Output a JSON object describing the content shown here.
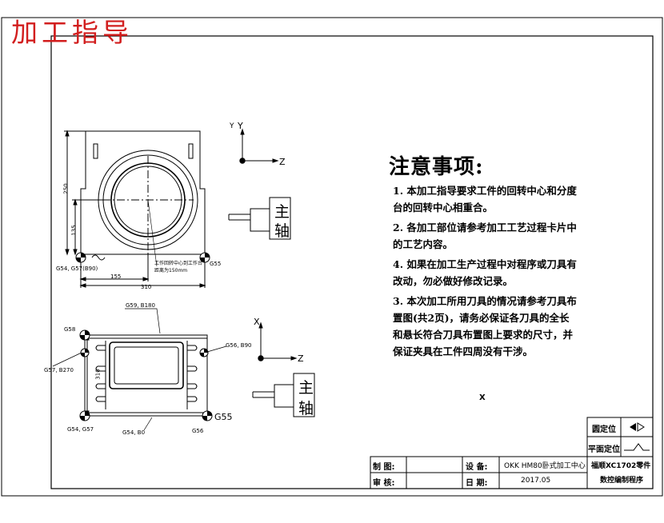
{
  "header": {
    "title": "加工指导"
  },
  "notes": {
    "title": "注意事项:",
    "items": [
      "1. 本加工指导要求工件的回转中心和分度台的回转中心相重合。",
      "2. 各加工部位请参考加工工艺过程卡片中的工艺内容。",
      "4. 如果在加工生产过程中对程序或刀具有改动，勿必做好修改记录。",
      "3. 本次加工所用刀具的情况请参考刀具布置图(共2页)，请务必保证各刀具的全长和悬长符合刀具布置图上要求的尺寸，并保证夹具在工件四周没有干涉。"
    ]
  },
  "spindle_label_top": "主",
  "spindle_label_bottom": "轴",
  "top_view": {
    "axis_y": "Y",
    "axis_y2": "Y",
    "axis_z": "Z",
    "dim_height": "250",
    "dim_mid": "135",
    "dim_half_width": "155",
    "dim_width": "310",
    "code_left": "G54, G57(B90)",
    "code_right": "G55",
    "note_line1": "工作回转中心到工作台",
    "note_line2": "距离为150mm"
  },
  "bottom_view": {
    "axis_x": "X",
    "axis_z": "Z",
    "code_top_left": "G58",
    "code_top": "G59, B180",
    "code_left": "G57, B270",
    "code_right": "G56, B90",
    "dim_side": "310",
    "code_bottom_left": "G54, G57",
    "code_bottom": "G54, B0",
    "code_bottom_right": "G56",
    "code_g55": "G55"
  },
  "center_mark": "X",
  "title_block": {
    "positioning_label": "圆定位",
    "plane_label": "平面定位",
    "drawn_label": "制  图:",
    "review_label": "审  核:",
    "equipment_label": "设  备:",
    "equipment_value": "OKK HM80卧式加工中心",
    "date_label": "日  期:",
    "date_value": "2017.05",
    "part_line1": "福顺XC1702零件",
    "part_line2": "数控编制程序"
  }
}
